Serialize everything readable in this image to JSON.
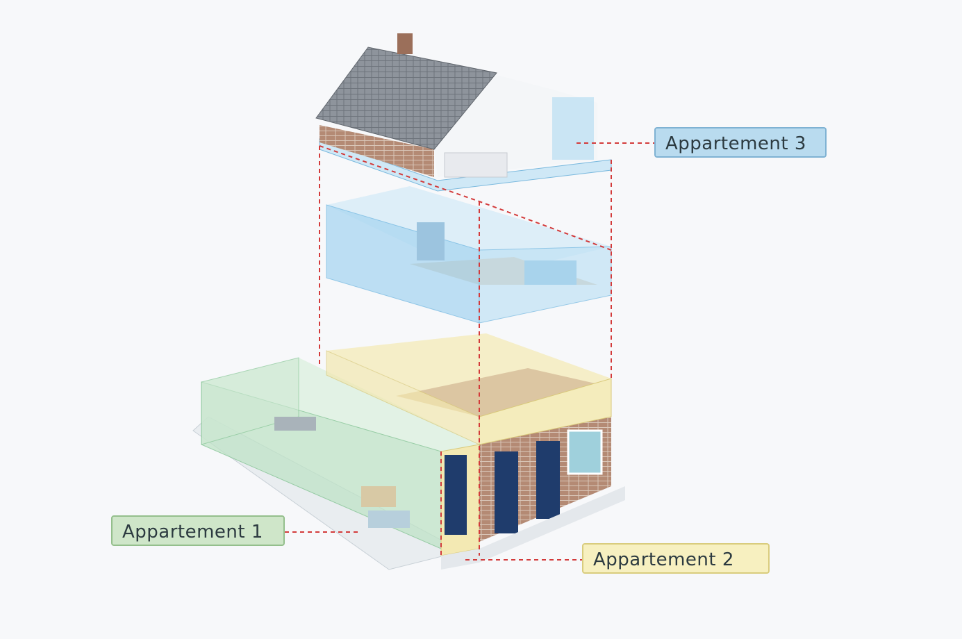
{
  "labels": {
    "apartment_1": "Appartement 1",
    "apartment_2": "Appartement 2",
    "apartment_3": "Appartement 3"
  },
  "colors": {
    "apartment_1": "#cfe6c9",
    "apartment_2": "#f7f0c0",
    "apartment_3": "#b9dbef",
    "leader_line": "#d33a3a"
  }
}
